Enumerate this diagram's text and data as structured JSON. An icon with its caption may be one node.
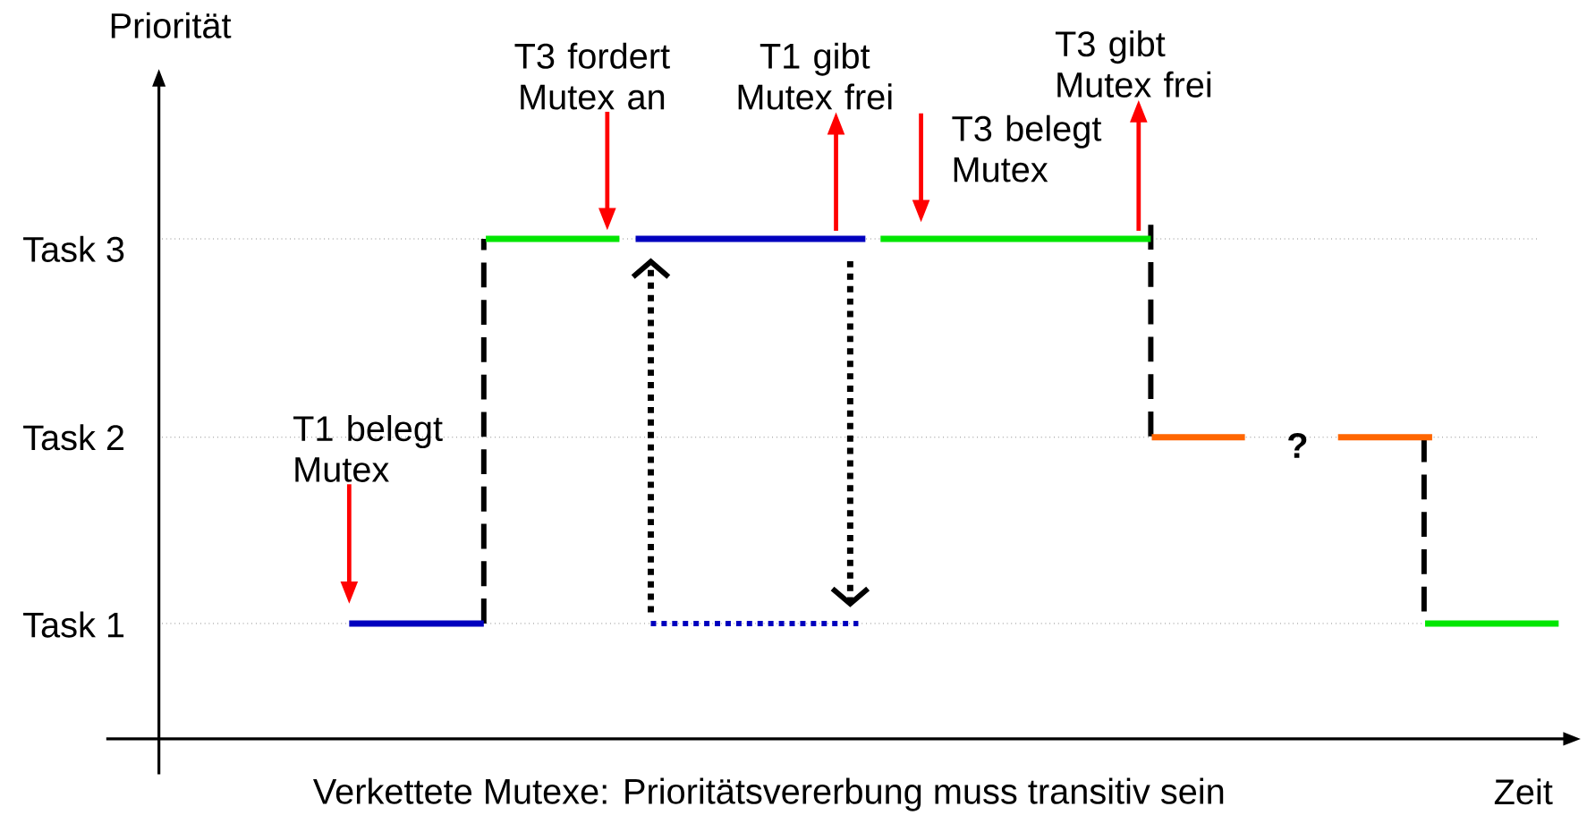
{
  "diagram": {
    "caption": "Verkettete Mutexe: Prioritätsvererbung muss transitiv sein",
    "nodes": [
      {
        "text": [
          "T3 fordert Mutex an"
        ]
      },
      {
        "text": [
          "T1 gibt Mutex frei"
        ]
      },
      {
        "text": [
          "T3 gibt Mutex frei"
        ]
      },
      {
        "text": [
          "T3 belegt Mutex"
        ]
      },
      {
        "text": [
          "T1 belegt Mutex"
        ]
      }
    ],
    "edges": [
      {
        "from": 0,
        "to": null,
        "arrow": "to"
      },
      {
        "from": null,
        "to": 1,
        "arrow": "to"
      },
      {
        "from": null,
        "to": 2,
        "arrow": "to"
      },
      {
        "from": 3,
        "to": null,
        "arrow": "to"
      },
      {
        "from": 4,
        "to": null,
        "arrow": "to"
      }
    ],
    "labels": [
      "Priorität",
      "Task 3",
      "Task 2",
      "Task 1",
      "?",
      "Zeit"
    ]
  }
}
